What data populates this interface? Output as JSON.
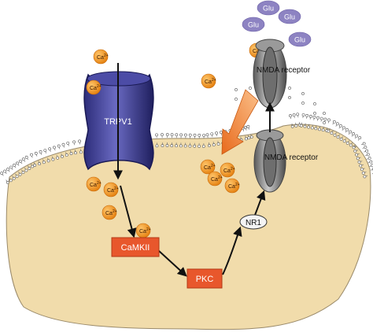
{
  "labels": {
    "trpv1": "TRPV1",
    "camkii": "CaMKII",
    "pkc": "PKC",
    "nr1": "NR1",
    "nmda_top": "NMDA receptor",
    "nmda_bottom": "NMDA receptor",
    "glu": "Glu",
    "ca": "Ca",
    "ca_superscript": "2+"
  },
  "colors": {
    "cell_fill": "#f1dcab",
    "channel_blue": "#3b3b8f",
    "ca_orange": "#f0921c",
    "glu_purple": "#8d83c2",
    "pathway_box": "#e8572c",
    "big_arrow": "#f08a3c",
    "receptor_gray": "#8a8a8a"
  }
}
